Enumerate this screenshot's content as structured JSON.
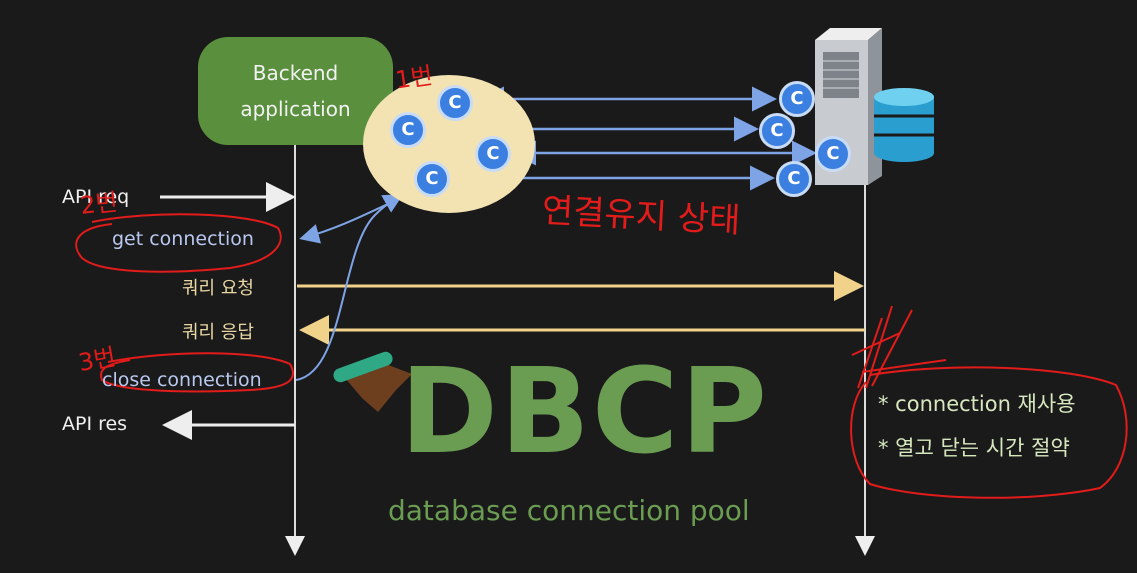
{
  "backend": {
    "line1": "Backend",
    "line2": "application"
  },
  "pool": {
    "connection_letter": "C"
  },
  "server": {
    "connection_letter": "C"
  },
  "flow": {
    "api_req": "API req",
    "get_connection": "get connection",
    "query_request": "쿼리 요청",
    "query_response": "쿼리 응답",
    "close_connection": "close connection",
    "api_res": "API res"
  },
  "title": {
    "main": "DBCP",
    "subtitle": "database connection pool"
  },
  "benefits": {
    "item1": "* connection 재사용",
    "item2": "* 열고 닫는 시간 절약"
  },
  "annotations": {
    "step1": "1번",
    "step2": "2번",
    "step3": "3번",
    "keep_alive": "연결유지 상태"
  },
  "colors": {
    "background": "#1a1a1a",
    "backend_box": "#5a8f3d",
    "pool_bubble": "#f3e3b3",
    "connection_node": "#3b7fe0",
    "blue_arrow": "#7ea4e6",
    "query_arrow": "#f1d28a",
    "dbcp_green": "#6a9c52",
    "annotation_red": "#e21b1b"
  }
}
